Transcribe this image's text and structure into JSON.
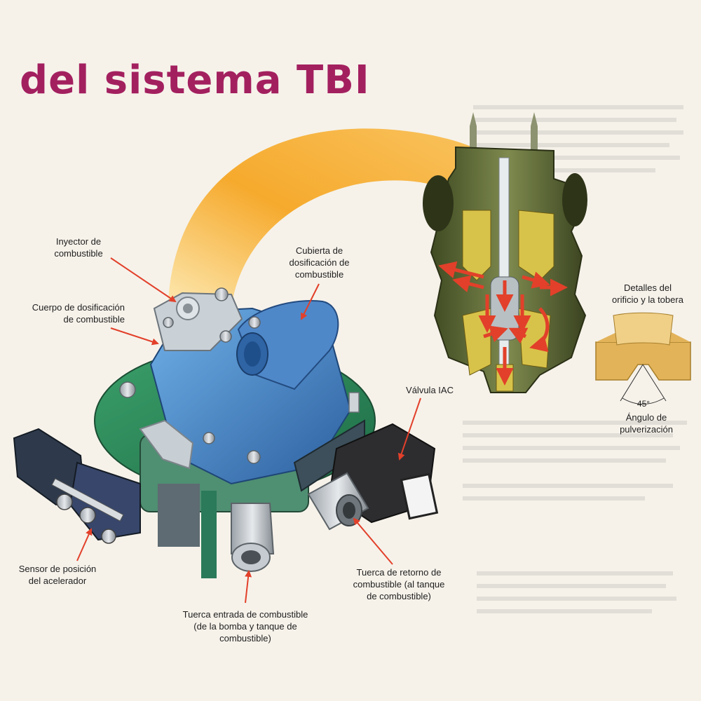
{
  "page": {
    "title": "del sistema TBI"
  },
  "labels": {
    "inyector": "Inyector de combustible",
    "cubierta": "Cubierta de dosificación de combustible",
    "cuerpo": "Cuerpo de dosificación de combustible",
    "valvula_iac": "Válvula IAC",
    "sensor": "Sensor de posición del acelerador",
    "tuerca_entrada": "Tuerca entrada de combustible (de la bomba y tanque de combustible)",
    "tuerca_retorno": "Tuerca de retorno de combustible (al tanque de combustible)",
    "detalles": "Detalles del orificio y la tobera",
    "angulo_valor": "45°",
    "angulo": "Ángulo de pulverización"
  },
  "lines": {
    "inyector_1": "Inyector de",
    "inyector_2": "combustible",
    "cubierta_1": "Cubierta de",
    "cubierta_2": "dosificación de",
    "cubierta_3": "combustible",
    "cuerpo_1": "Cuerpo de dosificación",
    "cuerpo_2": "de combustible",
    "sensor_1": "Sensor de posición",
    "sensor_2": "del acelerador",
    "entrada_1": "Tuerca entrada de combustible",
    "entrada_2": "(de la bomba y tanque de",
    "entrada_3": "combustible)",
    "retorno_1": "Tuerca de retorno de",
    "retorno_2": "combustible (al tanque",
    "retorno_3": "de combustible)",
    "detalles_1": "Detalles del",
    "detalles_2": "orificio y la tobera",
    "angulo_1": "Ángulo de",
    "angulo_2": "pulverización"
  },
  "colors": {
    "title": "#a3205f",
    "arc": "#f6a623",
    "leader": "#e2402a",
    "green_base": "#2f8a5a",
    "blue_body": "#3c7fc8",
    "injector_body": "#5d6a3a",
    "nozzle": "#e3b35a"
  }
}
